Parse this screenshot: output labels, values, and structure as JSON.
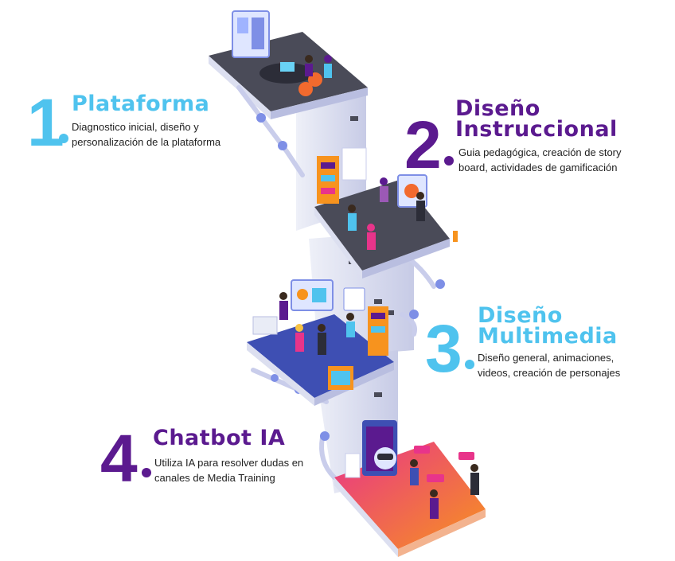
{
  "colors": {
    "cyan": "#4fc3ee",
    "purple": "#5b1a8f",
    "floor_dark": "#4a4b58",
    "floor_blue": "#3e4fb3",
    "floor_orange": "#f26a2e",
    "wall": "#dcdff0",
    "wall_shade": "#b9bee0"
  },
  "steps": [
    {
      "number": "1",
      "title_lines": [
        "Plataforma"
      ],
      "desc_lines": [
        "Diagnostico inicial, diseño y",
        "personalización de la plataforma"
      ]
    },
    {
      "number": "2",
      "title_lines": [
        "Diseño",
        "Instruccional"
      ],
      "desc_lines": [
        "Guia pedagógica, creación de story",
        "board, actividades de gamificación"
      ]
    },
    {
      "number": "3",
      "title_lines": [
        "Diseño",
        "Multimedia"
      ],
      "desc_lines": [
        "Diseño general, animaciones,",
        "videos, creación de personajes"
      ]
    },
    {
      "number": "4",
      "title_lines": [
        "Chatbot IA"
      ],
      "desc_lines": [
        "Utiliza IA para resolver dudas en",
        "canales de Media Training"
      ]
    }
  ]
}
